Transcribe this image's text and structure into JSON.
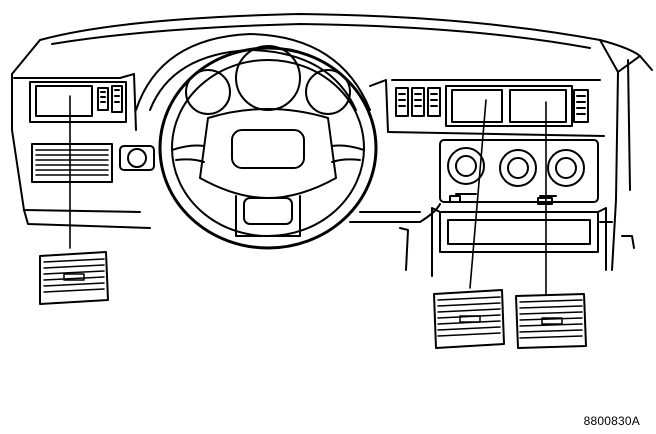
{
  "figure": {
    "code": "8800830A"
  },
  "colors": {
    "ink": "#000000",
    "paper": "#ffffff"
  },
  "parts": [
    {
      "id": "left-vent-panel",
      "icon": "vent-grille-icon"
    },
    {
      "id": "center-vent-left",
      "icon": "vent-grille-icon"
    },
    {
      "id": "center-vent-right",
      "icon": "vent-grille-icon"
    }
  ]
}
